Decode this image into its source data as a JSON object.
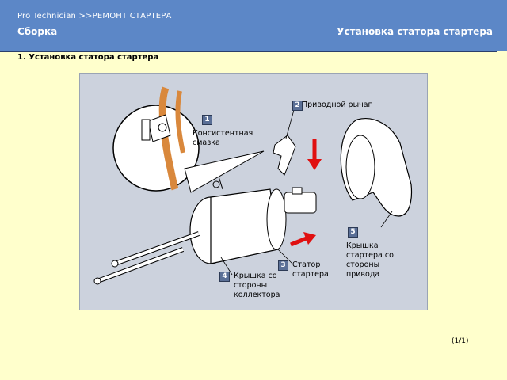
{
  "header": {
    "breadcrumb": "Pro  Technician >>РЕМОНТ СТАРТЕРА",
    "section": "Сборка",
    "title": "Установка статора стартера"
  },
  "step": {
    "title": "1. Установка статора стартера"
  },
  "illustration": {
    "callouts": [
      {
        "number": "1",
        "label": "Консистентная смазка"
      },
      {
        "number": "2",
        "label": "Приводной рычаг"
      },
      {
        "number": "3",
        "label": "Статор стартера"
      },
      {
        "number": "4",
        "label": "Крышка со стороны коллектора"
      },
      {
        "number": "5",
        "label": "Крышка стартера со стороны привода"
      }
    ]
  },
  "footer": {
    "page_count": "(1/1)"
  },
  "colors": {
    "header_bg": "#5c87c7",
    "page_bg": "#ffffcc",
    "section_text": "#ffffff",
    "badge_bg": "#5a6f96",
    "arrow": "#e01010"
  }
}
